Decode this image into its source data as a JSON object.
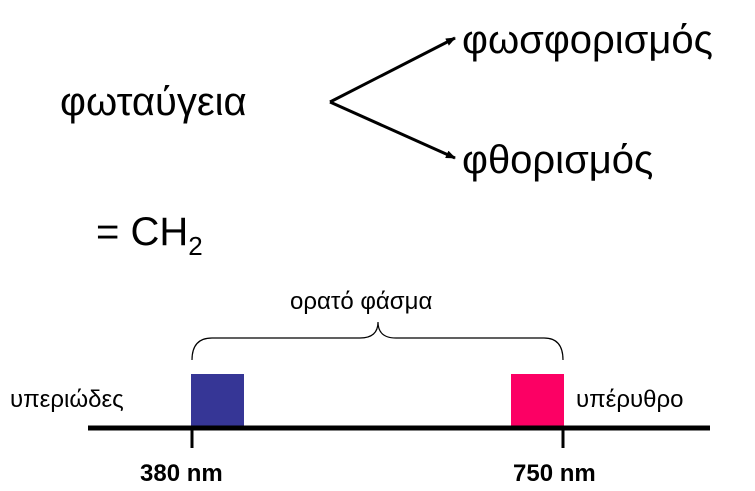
{
  "top_diagram": {
    "source_label": "φωταύγεια",
    "branch_upper_label": "φωσφορισμός",
    "branch_lower_label": "φθορισμός"
  },
  "formula": {
    "prefix": "= CH",
    "subscript": "2"
  },
  "spectrum": {
    "brace_label": "ορατό φάσμα",
    "left_region_label": "υπεριώδες",
    "right_region_label": "υπέρυθρο",
    "left_wavelength_label": "380 nm",
    "right_wavelength_label": "750 nm",
    "colors": {
      "violet_block": "#363696",
      "red_block": "#fc0064",
      "line": "#000000"
    }
  }
}
